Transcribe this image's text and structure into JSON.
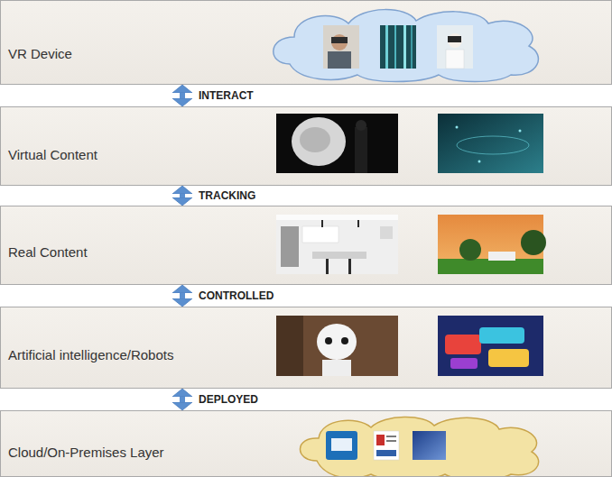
{
  "diagram": {
    "nodes": [
      {
        "text": [
          "VR Device"
        ]
      },
      {
        "text": [
          "Virtual Content"
        ]
      },
      {
        "text": [
          "Real Content"
        ]
      },
      {
        "text": [
          "Artificial intelligence/Robots"
        ]
      },
      {
        "text": [
          "Cloud/On-Premises Layer"
        ]
      }
    ],
    "edges": [
      {
        "from": 0,
        "to": 1,
        "label": "INTERACT",
        "arrow": "both"
      },
      {
        "from": 1,
        "to": 2,
        "label": "TRACKING",
        "arrow": "both"
      },
      {
        "from": 2,
        "to": 3,
        "label": "CONTROLLED",
        "arrow": "both"
      },
      {
        "from": 3,
        "to": 4,
        "label": "DEPLOYED",
        "arrow": "both"
      }
    ]
  }
}
